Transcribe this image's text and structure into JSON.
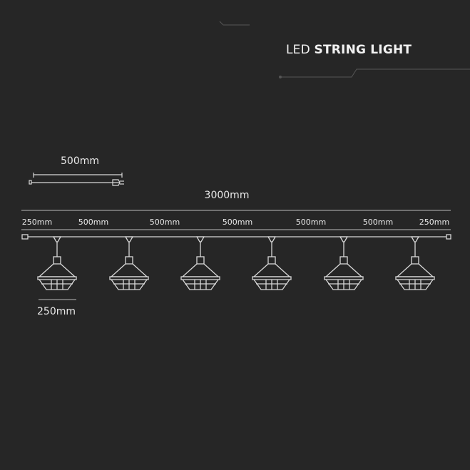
{
  "title": {
    "light": "LED",
    "bold": "STRING LIGHT"
  },
  "lead_cable_length": "500mm",
  "total_length": "3000mm",
  "segments": [
    "250mm",
    "500mm",
    "500mm",
    "500mm",
    "500mm",
    "500mm",
    "250mm"
  ],
  "shade_width": "250mm",
  "lamp_count": 6,
  "colors": {
    "background": "#262626",
    "line": "#d8d8d8",
    "text": "#f2f2f2"
  }
}
